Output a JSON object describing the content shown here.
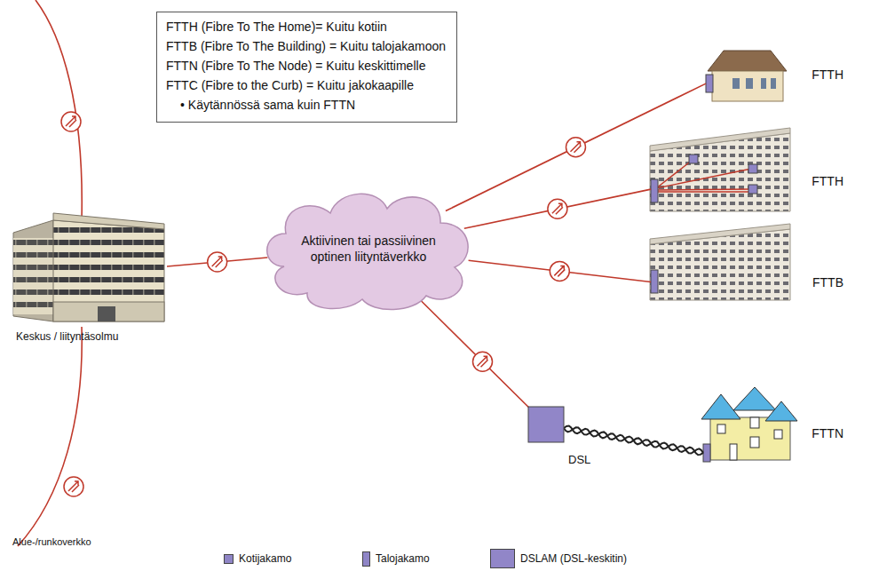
{
  "diagram": {
    "nodes": [
      {
        "text": [
          "FTTH (Fibre To The Home)= Kuitu kotiin",
          "FTTB (Fibre To The Building) = Kuitu talojakamoon",
          "FTTN (Fibre To The Node) = Kuitu keskittimelle",
          "FTTC (Fibre to the Curb) = Kuitu jakokaapille",
          "• Käytännössä sama kuin FTTN"
        ]
      },
      {
        "text": [
          "Keskus / liityntäsolmu"
        ]
      },
      {
        "text": [
          "Aktiivinen tai passiivinen optinen liityntäverkko"
        ]
      },
      {
        "text": [
          "FTTH"
        ]
      },
      {
        "text": [
          "FTTH"
        ]
      },
      {
        "text": [
          "FTTB"
        ]
      },
      {
        "text": [
          "FTTN"
        ]
      }
    ],
    "edges": [
      {
        "from": 1,
        "to": 2,
        "arrow": "none"
      },
      {
        "from": 2,
        "to": 3,
        "arrow": "none"
      },
      {
        "from": 2,
        "to": 4,
        "arrow": "none"
      },
      {
        "from": 2,
        "to": 5,
        "arrow": "none"
      },
      {
        "from": 2,
        "to": 6,
        "arrow": "none"
      }
    ],
    "labels": [
      "DSL",
      "Alue-/runkoverkko"
    ],
    "legend": [
      {
        "text": "Kotijakamo",
        "color": "#8f85c6"
      },
      {
        "text": "Talojakamo",
        "color": "#8f85c6"
      },
      {
        "text": "DSLAM (DSL-keskitin)",
        "color": "#9186c8"
      }
    ]
  }
}
